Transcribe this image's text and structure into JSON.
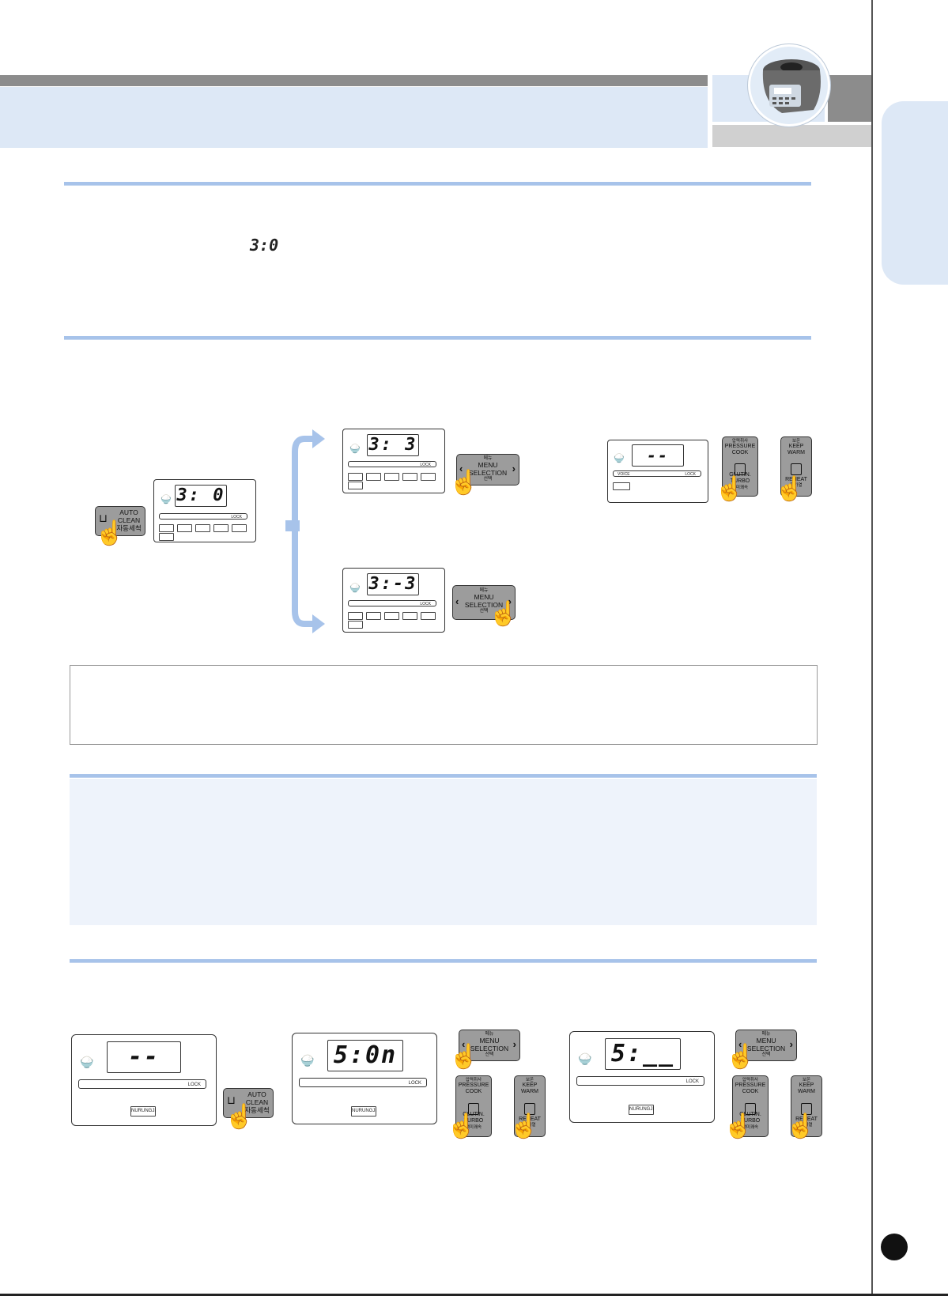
{
  "inline_display": "3:0",
  "step1": {
    "lcd": "3: 0",
    "lock": "LOCK",
    "button": {
      "line1": "AUTO",
      "line2": "CLEAN",
      "line3": "자동세척"
    }
  },
  "upper_branch": {
    "lcd": "3: 3",
    "lock": "LOCK",
    "button": {
      "line1": "메뉴",
      "line2": "MENU",
      "line3": "SELECTION",
      "line4": "선택"
    }
  },
  "lower_branch": {
    "lcd": "3:-3",
    "lock": "LOCK",
    "button": {
      "line1": "메뉴",
      "line2": "MENU",
      "line3": "SELECTION",
      "line4": "선택"
    }
  },
  "right_panel": {
    "lcd": "--",
    "voice": "VOICE",
    "lock": "LOCK",
    "pressure_button": {
      "line1": "압력취사",
      "line2": "PRESSURE",
      "line3": "COOK",
      "line4": "GLUTIN.",
      "line5": "TURBO",
      "line6": "백미쾌속"
    },
    "warm_button": {
      "line1": "보온",
      "line2": "KEEP",
      "line3": "WARM",
      "line4": "REHEAT",
      "line5": "재가열"
    }
  },
  "bottom": {
    "panel1": {
      "lcd": "--",
      "lock": "LOCK",
      "key": "NURUNGJI"
    },
    "panel1_button": {
      "line1": "AUTO",
      "line2": "CLEAN",
      "line3": "자동세척"
    },
    "panel2": {
      "lcd": "5:0n",
      "lock": "LOCK",
      "key": "NURUNGJI"
    },
    "panel3": {
      "lcd": "5:__",
      "lock": "LOCK",
      "key": "NURUNGJI"
    },
    "menu_button": {
      "line1": "메뉴",
      "line2": "MENU",
      "line3": "SELECTION",
      "line4": "선택"
    },
    "pressure_button": {
      "line1": "압력취사",
      "line2": "PRESSURE",
      "line3": "COOK",
      "line4": "GLUTIN.",
      "line5": "TURBO",
      "line6": "백미쾌속"
    },
    "warm_button": {
      "line1": "보온",
      "line2": "KEEP",
      "line3": "WARM",
      "line4": "REHEAT",
      "line5": "재가열"
    }
  },
  "colors": {
    "accent_blue": "#a7c3ea",
    "band_blue": "#dde8f6",
    "button_gray": "#9c9c9c"
  }
}
